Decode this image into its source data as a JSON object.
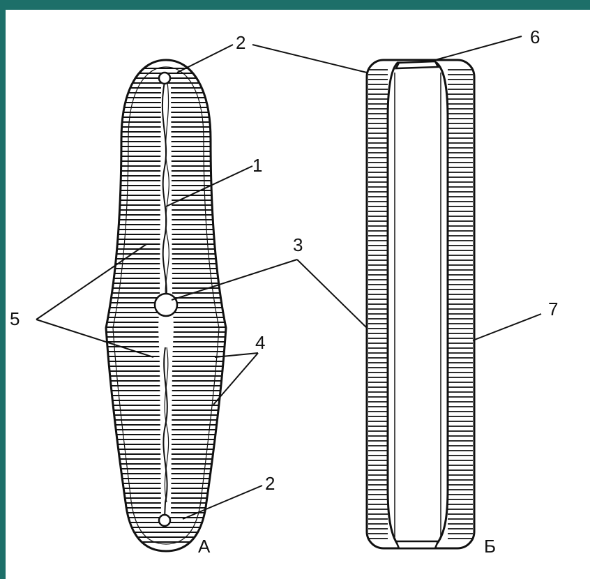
{
  "colors": {
    "frame": "#1d6f69",
    "paper": "#ffffff",
    "ink": "#111111"
  },
  "labels": {
    "valve_view": "А",
    "girdle_view": "Б",
    "n1": "1",
    "n2_top": "2",
    "n2_bottom": "2",
    "n3": "3",
    "n4": "4",
    "n5": "5",
    "n6": "6",
    "n7": "7"
  }
}
